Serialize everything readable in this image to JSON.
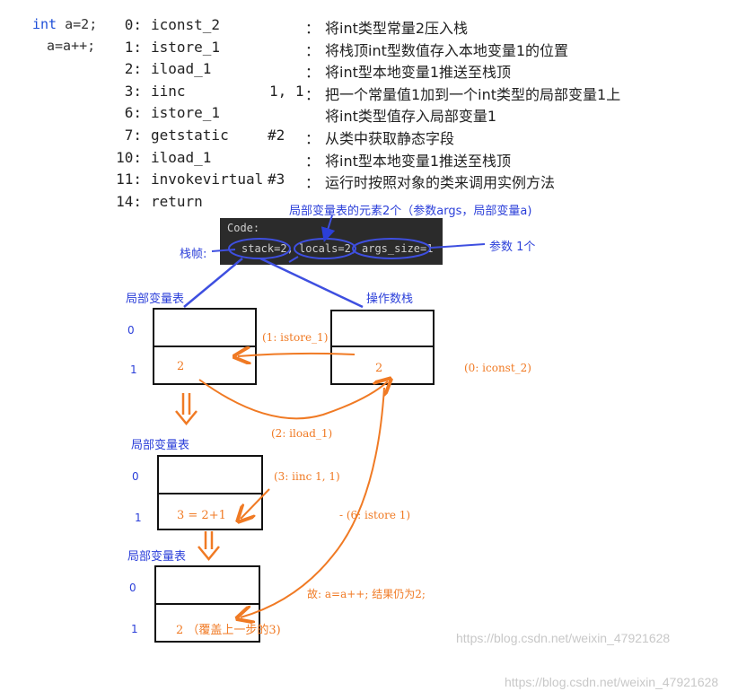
{
  "source": {
    "kw": "int",
    "line1_rest": " a=2;",
    "line2": "a=a++;"
  },
  "instructions": [
    {
      "index": "0:",
      "op": "iconst_2",
      "arg": "",
      "sep": "：",
      "desc": "将int类型常量2压入栈"
    },
    {
      "index": "1:",
      "op": "istore_1",
      "arg": "",
      "sep": "：",
      "desc": "将栈顶int型数值存入本地变量1的位置"
    },
    {
      "index": "2:",
      "op": "iload_1",
      "arg": "",
      "sep": "：",
      "desc": "将int型本地变量1推送至栈顶"
    },
    {
      "index": "3:",
      "op": "iinc",
      "arg": "1, 1",
      "sep": "：",
      "desc": "把一个常量值1加到一个int类型的局部变量1上"
    },
    {
      "index": "6:",
      "op": "istore_1",
      "arg": "",
      "sep": "",
      "desc": "将int类型值存入局部变量1"
    },
    {
      "index": "7:",
      "op": "getstatic",
      "arg": "#2",
      "sep": "：",
      "desc": "从类中获取静态字段"
    },
    {
      "index": "10:",
      "op": "iload_1",
      "arg": "",
      "sep": "：",
      "desc": "将int型本地变量1推送至栈顶"
    },
    {
      "index": "11:",
      "op": "invokevirtual",
      "arg": "#3",
      "sep": "：",
      "desc": "运行时按照对象的类来调用实例方法"
    },
    {
      "index": "14:",
      "op": "return",
      "arg": "",
      "sep": "",
      "desc": ""
    }
  ],
  "codebox": {
    "title": "Code:",
    "stack": "stack=2,",
    "locals": "locals=2,",
    "args": "args_size=1"
  },
  "annotations": {
    "locals_elements": "局部变量表的元素2个（参数args，局部变量a)",
    "frame": "栈帧:",
    "params": "参数 1个",
    "local_table": "局部变量表",
    "operand_stack": "操作数栈"
  },
  "indices": {
    "zero": "0",
    "one": "1"
  },
  "values": {
    "stack1_slot1": "2",
    "operand_top": "2",
    "stack2_slot1": "3 = 2+1",
    "stack3_slot1": "2 （覆盖上一步的3)"
  },
  "steps": {
    "s1": "(1: istore_1)",
    "s0": "(0: iconst_2)",
    "s2": "(2: iload_1)",
    "s3": "(3: iinc 1, 1)",
    "s6": "- (6: istore 1)",
    "conclusion": "故:  a=a++; 结果仍为2;"
  },
  "watermarks": [
    "https://blog.csdn.net/weixin_47921628",
    "https://blog.csdn.net/weixin_47921628"
  ],
  "colors": {
    "blue": "#2b3fd9",
    "orange": "#f07a24",
    "code_bg": "#2b2b2b"
  }
}
